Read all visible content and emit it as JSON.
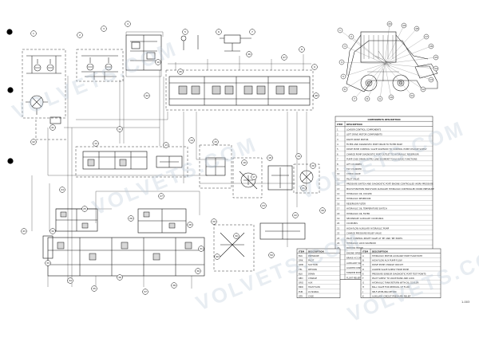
{
  "watermark": {
    "lines": [
      "VOLVETS.COM",
      "VOLVETS.COM",
      "VOLVETS.COM",
      "VOLVETS.COM",
      "VOLVETS.COM"
    ]
  },
  "page_number": "1-003",
  "callouts": [
    "1",
    "2",
    "3",
    "4",
    "5",
    "6",
    "7",
    "8",
    "9",
    "10",
    "11",
    "12",
    "13",
    "14",
    "15",
    "16",
    "17",
    "18",
    "19",
    "20",
    "21",
    "22",
    "23",
    "24",
    "25",
    "26",
    "27",
    "28",
    "29",
    "30",
    "31",
    "32",
    "33",
    "34",
    "35",
    "36",
    "37",
    "38",
    "39",
    "40",
    "41",
    "42",
    "43",
    "44",
    "45",
    "46",
    "47",
    "48",
    "49",
    "50"
  ],
  "components_table": {
    "title": "COMPONENTS DESCRIPTION",
    "col_item": "ITEM",
    "col_desc": "DESCRIPTION",
    "rows": [
      [
        "1",
        "LOADER CONTROL COMPONENTS"
      ],
      [
        "2",
        "LEFT DRIVE MOTOR COMPONENTS"
      ],
      [
        "3",
        "RIGHT DRIVE MOTOR"
      ],
      [
        "4",
        "FILTER AND DIAGNOSTIC PORT DRAIN TO FILTER BASE"
      ],
      [
        "5",
        "DRIVE PUMP CONTROL VALVE SOLENOID TO CONTROL PUMP CHARGE SUPPLY"
      ],
      [
        "6",
        "CHARGE PUMP DIAGNOSTIC PORT OUTLET TO HYDRAULIC RESERVOIR"
      ],
      [
        "7",
        "PUMP CASE DRAIN SUPPLY LINE SEGMENT TOOLS BASIC FUNCTIONS"
      ],
      [
        "8",
        "LIFT CYLINDER"
      ],
      [
        "9",
        "TILT CYLINDER"
      ],
      [
        "10",
        "CHECK VALVE"
      ],
      [
        "11",
        "PILOT VALVE"
      ],
      [
        "12",
        "PRESSURE SWITCH AND DIAGNOSTIC PORT ENGINE  CONTROLLED WORK PRESSURE"
      ],
      [
        "13",
        "MULTI-FUNCTION HIGH-FLOW AUXILIARY HYDRAULIC  CONTROLLED WORK PRESSURE"
      ],
      [
        "14",
        "HYDRAULIC OIL COOLER"
      ],
      [
        "15",
        "HYDRAULIC RESERVOIR"
      ],
      [
        "16",
        "RESERVOIR FILTER"
      ],
      [
        "17",
        "HYDRAULIC OIL TEMPERATURE SWITCH"
      ],
      [
        "18",
        "HYDRAULIC OIL FILTER"
      ],
      [
        "19",
        "SECONDARY AUXILIARY COUPLINGS"
      ],
      [
        "20",
        "COUPLERS"
      ],
      [
        "21",
        "HIGH-FLOW AUXILIARY HYDRAULIC PUMP"
      ],
      [
        "22",
        "CHARGE PRESSURE RELIEF VALVE"
      ],
      [
        "23",
        "PILOT CONTROL RELIEF VALVE AT 'PE' AND 'PB' PORTS"
      ],
      [
        "24",
        "HYDRAULIC LOCK SOLENOID"
      ],
      [
        "25",
        "PARKING BRAKE"
      ],
      [
        "26",
        "ENGINE SPEED SENSOR"
      ],
      [
        "27",
        "BRAKE ACCUMULATOR"
      ],
      [
        "28",
        "AUXILIARY VALVE"
      ],
      [
        "29",
        "LOADER CONTROL VALVE"
      ],
      [
        "30",
        "TANDEM PUMP"
      ],
      [
        "31",
        "FLOAT RELIEF VALVE AND LIFT CYLINDER LOCK VALVE"
      ]
    ]
  },
  "line_legend": {
    "col_item": "ITEM",
    "col_desc": "DESCRIPTION",
    "rows": [
      [
        "BLK",
        "PRESSURE"
      ],
      [
        "DRK",
        "PILOT"
      ],
      [
        "GRN",
        "SUCTION"
      ],
      [
        "YEL",
        "RETURN"
      ],
      [
        "BLU",
        "DRAIN"
      ],
      [
        "RED",
        "CHARGE"
      ],
      [
        "ORG",
        "AUX"
      ],
      [
        "BRN",
        "HIGH FLOW"
      ],
      [
        "PUR",
        "LS SIGNAL"
      ],
      [
        "GRY",
        "CASE"
      ]
    ]
  },
  "options_table": {
    "col_item": "ITEM",
    "col_desc": "DESCRIPTION",
    "rows": [
      [
        "A",
        "HYDRAULIC MOTOR AUXILIARY PORT FLOW PATH"
      ],
      [
        "B",
        "HIGH FLOW AUX PUMP FLOW"
      ],
      [
        "C",
        "DRIVE PUMP CHARGE CIRCUIT"
      ],
      [
        "D",
        "LOADER VALVE SUPPLY FROM PUMP"
      ],
      [
        "E",
        "PRESSURE SENSOR DIAGNOSTIC PORT TEST POINTS"
      ],
      [
        "F",
        "PILOT SUPPLY TO VALVE BANK AND LOCK"
      ],
      [
        "G",
        "HYDRAULIC TANK RETURN WITH OIL COOLER"
      ],
      [
        "H",
        "BALL VALVE FOR REMOVAL OF FLUID"
      ],
      [
        "J",
        "SELF LEVELING OPTION"
      ],
      [
        "K",
        "AUXILIARY CIRCUIT PRESSURE RELIEF"
      ]
    ]
  }
}
